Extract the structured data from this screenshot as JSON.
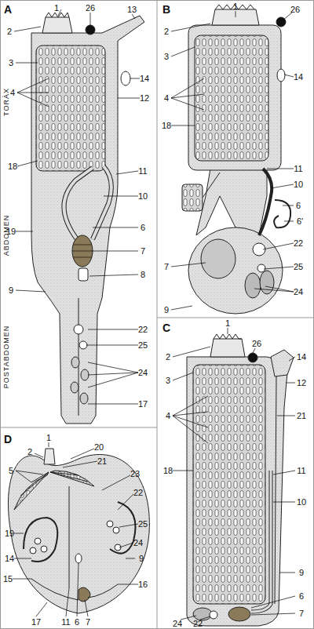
{
  "diagram": {
    "labels": [
      "A",
      "1",
      "26",
      "13",
      "2",
      "3",
      "14",
      "4",
      "12",
      "18",
      "11",
      "10",
      "6",
      "19",
      "7",
      "8",
      "9",
      "22",
      "25",
      "24",
      "17",
      "TORÀX",
      "ABDOMEN",
      "POSTABDOMEN",
      "B",
      "1",
      "26",
      "2",
      "3",
      "4",
      "14",
      "18",
      "11",
      "10",
      "6",
      "6'",
      "22",
      "7",
      "25",
      "24",
      "9",
      "C",
      "1",
      "26",
      "2",
      "14",
      "3",
      "12",
      "4",
      "21",
      "18",
      "11",
      "10",
      "9",
      "6",
      "7",
      "24",
      "22",
      "D",
      "1",
      "20",
      "2",
      "21",
      "5",
      "23",
      "22",
      "19",
      "25",
      "24",
      "14",
      "9",
      "15",
      "16",
      "17",
      "11",
      "6",
      "7"
    ]
  }
}
